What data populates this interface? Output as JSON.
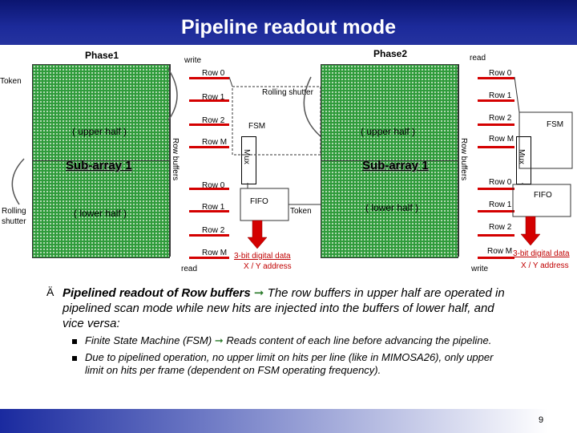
{
  "title": "Pipeline readout mode",
  "left": {
    "phase": "Phase1",
    "write": "write",
    "read": "read",
    "token": "Token",
    "rolling_shutter": "Rolling shutter",
    "upper_half": "( upper half )",
    "lower_half": "( lower half )",
    "sub_array": "Sub-array 1",
    "row_buffers": "Row buffers",
    "fsm": "FSM",
    "fifo": "FIFO",
    "mux": "Mux",
    "token_out": "Token",
    "upper_rows": [
      "Row 0",
      "Row 1",
      "Row 2",
      "Row M"
    ],
    "lower_rows": [
      "Row 0",
      "Row 1",
      "Row 2",
      "Row M"
    ],
    "digital_data": "3-bit digital data",
    "xy_address": "X / Y address"
  },
  "right": {
    "phase": "Phase2",
    "read": "read",
    "write": "write",
    "rolling_shutter": "Rolling shutter",
    "upper_half": "( upper half )",
    "lower_half": "( lower half )",
    "sub_array": "Sub-array 1",
    "row_buffers": "Row buffers",
    "fsm": "FSM",
    "fifo": "FIFO",
    "mux": "Mux",
    "upper_rows": [
      "Row 0",
      "Row 1",
      "Row 2",
      "Row M"
    ],
    "lower_rows": [
      "Row 0",
      "Row 1",
      "Row 2",
      "Row M"
    ],
    "digital_data": "3-bit digital data",
    "xy_address": "X / Y address"
  },
  "bullets": {
    "main_bold": "Pipelined readout of Row buffers",
    "main_rest_1": " The row buffers in upper half are operated in",
    "main_rest_2": "pipelined scan mode while new hits are injected into the buffers of lower half, and",
    "main_rest_3": "vice versa:",
    "sub1_a": "Finite State Machine (FSM)",
    "sub1_b": " Reads content of each line before advancing the pipeline.",
    "sub2_1": "Due to pipelined operation, no upper limit on hits per line (like in MIMOSA26), only upper",
    "sub2_2": "limit on hits per frame (dependent on FSM operating frequency)."
  },
  "page_number": "9",
  "colors": {
    "title_bg": "#0b1570",
    "array_green": "#2e9b3a",
    "row_red": "#d40000"
  }
}
